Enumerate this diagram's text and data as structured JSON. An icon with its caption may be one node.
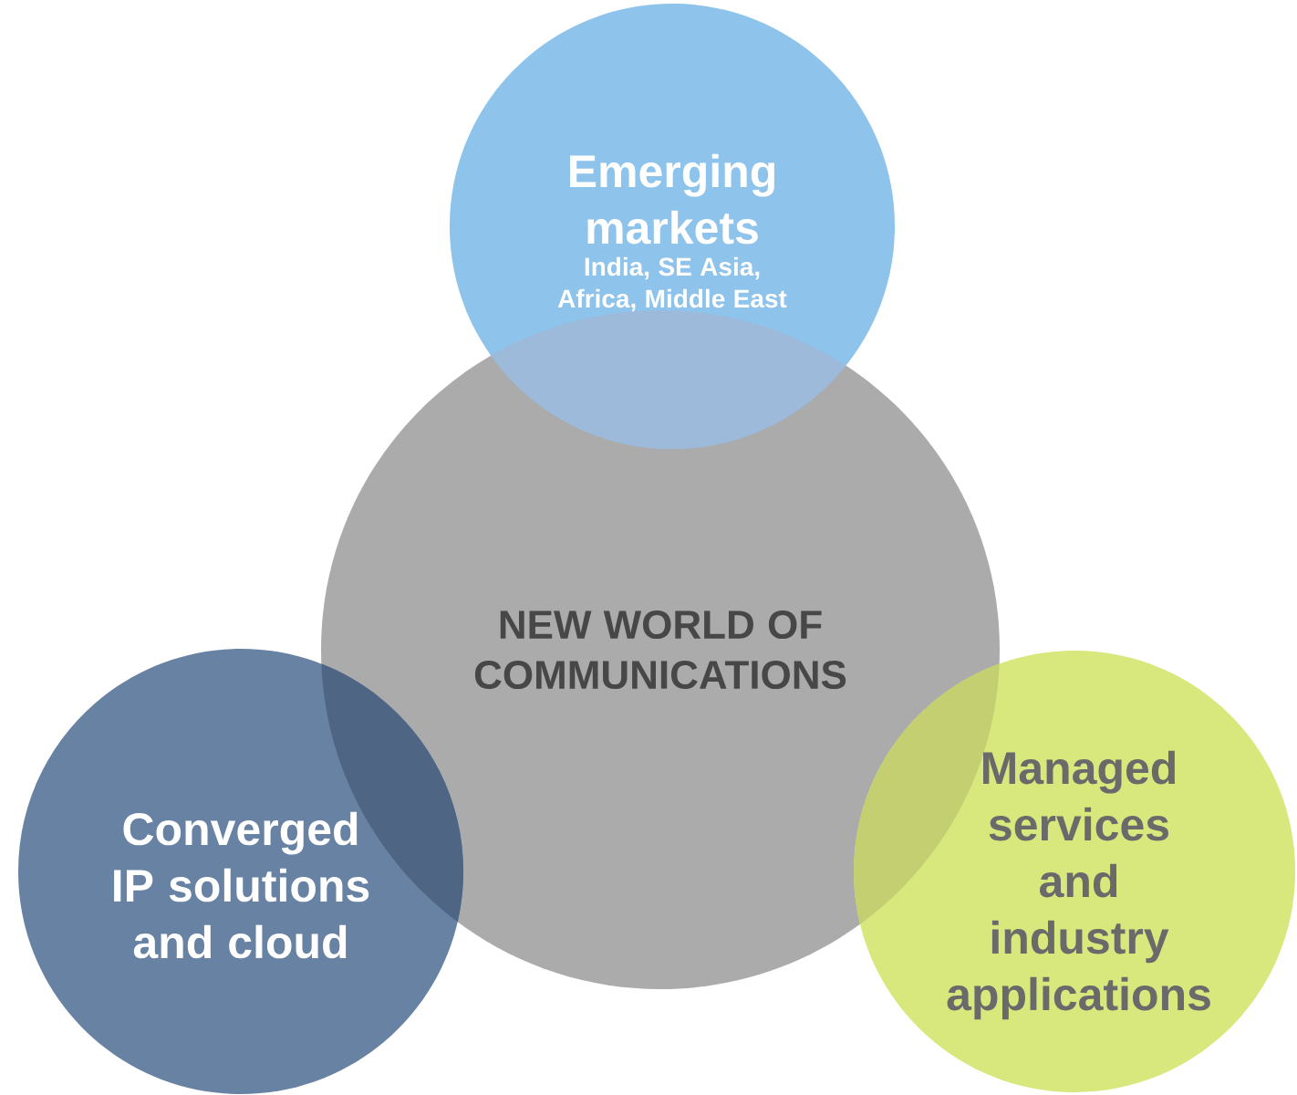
{
  "diagram": {
    "nodes": [
      {
        "text": [
          "Emerging markets",
          "India, SE Asia, Africa, Middle East"
        ]
      },
      {
        "text": [
          "NEW WORLD OF COMMUNICATIONS"
        ]
      },
      {
        "text": [
          "Converged IP solutions and cloud"
        ]
      },
      {
        "text": [
          "Managed services and industry applications"
        ]
      }
    ]
  }
}
